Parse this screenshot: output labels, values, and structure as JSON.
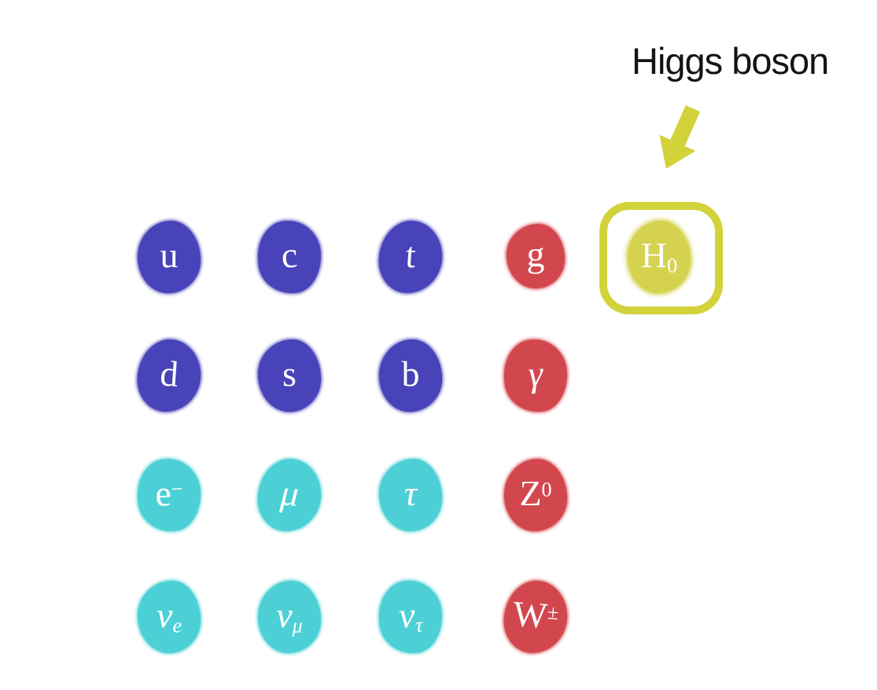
{
  "annotation": {
    "label": "Higgs boson",
    "arrow": "thick-down-left-arrow"
  },
  "colors": {
    "background": "#ffffff",
    "annotation": "#141414",
    "symbol": "#ffffff",
    "quark": "#4843b8",
    "lepton": "#4dd0d5",
    "boson": "#d2474e",
    "higgs": "#d2d23a",
    "higgsBlob": "#d5d250"
  },
  "particles": [
    {
      "name": "up-quark",
      "base": "u",
      "category": "quark"
    },
    {
      "name": "charm-quark",
      "base": "c",
      "category": "quark"
    },
    {
      "name": "top-quark",
      "base": "t",
      "category": "quark"
    },
    {
      "name": "gluon",
      "base": "g",
      "category": "boson"
    },
    {
      "name": "higgs-boson",
      "base": "H",
      "sub": "0",
      "category": "higgs",
      "highlighted": true
    },
    {
      "name": "down-quark",
      "base": "d",
      "category": "quark"
    },
    {
      "name": "strange-quark",
      "base": "s",
      "category": "quark"
    },
    {
      "name": "bottom-quark",
      "base": "b",
      "category": "quark"
    },
    {
      "name": "photon",
      "base": "γ",
      "category": "boson"
    },
    {
      "name": "electron",
      "base": "e",
      "sup": "−",
      "category": "lepton"
    },
    {
      "name": "muon",
      "base": "μ",
      "category": "lepton"
    },
    {
      "name": "tau",
      "base": "τ",
      "category": "lepton"
    },
    {
      "name": "z-boson",
      "base": "Z",
      "sup": "0",
      "category": "boson"
    },
    {
      "name": "electron-neutrino",
      "base": "ν",
      "sub": "e",
      "category": "lepton"
    },
    {
      "name": "muon-neutrino",
      "base": "ν",
      "sub": "μ",
      "category": "lepton"
    },
    {
      "name": "tau-neutrino",
      "base": "ν",
      "sub": "τ",
      "category": "lepton"
    },
    {
      "name": "w-boson",
      "base": "W",
      "sup": "±",
      "category": "boson"
    }
  ]
}
